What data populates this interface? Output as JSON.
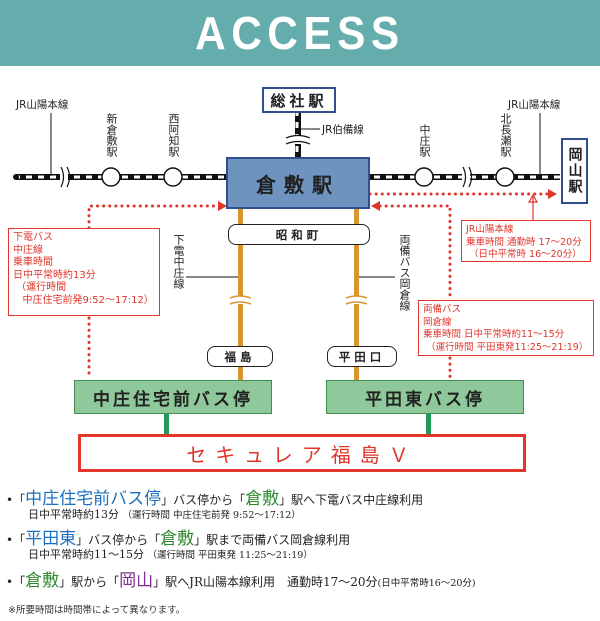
{
  "header": {
    "title": "ACCESS",
    "bg_color": "#65adad"
  },
  "lines": {
    "jr_sanyo_left": "JR山陽本線",
    "jr_sanyo_right": "JR山陽本線",
    "jr_hakubi": "JR伯備線",
    "shimoden": "下電中庄線",
    "ryobi": "両備バス岡倉線"
  },
  "stations": {
    "soja": "総社駅",
    "shinkurashiki": "新倉敷駅",
    "nishiachi": "西阿知駅",
    "kurashiki": "倉敷駅",
    "nakasho": "中庄駅",
    "kitanagase": "北長瀬駅",
    "okayama": "岡山駅"
  },
  "bus_points": {
    "showa": "昭和町",
    "fukushima": "福島",
    "hirataguchi": "平田口"
  },
  "info_boxes": {
    "shimoden": "下電バス\n中庄線\n乗車時間\n日中平常時約13分\n （運行時間\n   中庄住宅前発9:52～17:12）",
    "jr": "JR山陽本線\n乗車時間 通勤時 17～20分\n （日中平常時 16～20分）",
    "ryobi": "両備バス\n岡倉線\n乗車時間 日中平常時約11～15分\n （運行時間 平田東発11:25～21:19）"
  },
  "bus_stops": {
    "nakasho_jutaku": "中庄住宅前バス停",
    "hirata_higashi": "平田東バス停"
  },
  "destination": "セキュレア福島Ｖ",
  "directions": [
    {
      "bullet": "•",
      "open": "「",
      "name": "中庄住宅前バス停",
      "name_color": "blue",
      "close": "」",
      "mid": "バス停から",
      "open2": "「",
      "name2": "倉敷",
      "name2_color": "green",
      "close2": "」",
      "tail": "駅へ下電バス中庄線利用",
      "sub_main": "日中平常時約13分",
      "sub_note": "（運行時間 中庄住宅前発 9:52～17:12）"
    },
    {
      "bullet": "•",
      "open": "「",
      "name": "平田東",
      "name_color": "blue",
      "close": "」",
      "mid": "バス停から",
      "open2": "「",
      "name2": "倉敷",
      "name2_color": "green",
      "close2": "」",
      "tail": "駅まで両備バス岡倉線利用",
      "sub_main": "日中平常時約11～15分",
      "sub_note": "（運行時間 平田東発 11:25～21:19）"
    },
    {
      "bullet": "•",
      "open": "「",
      "name": "倉敷",
      "name_color": "green",
      "close": "」",
      "mid": "駅から",
      "open2": "「",
      "name2": "岡山",
      "name2_color": "purple",
      "close2": "」",
      "tail": "駅へJR山陽本線利用　通勤時17～20分",
      "tail_small": "(日中平常時16～20分)"
    }
  ],
  "note": "※所要時間は時間帯によって異なります。",
  "colors": {
    "accent_red": "#e0352b",
    "bus_line": "#d9962f",
    "station_blue": "#6d93be",
    "stop_green": "#8fc89a"
  }
}
